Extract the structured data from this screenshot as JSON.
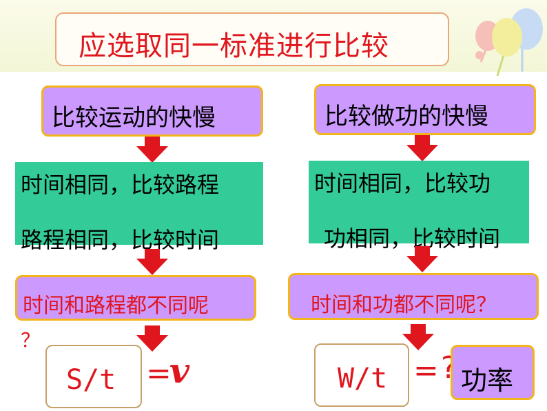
{
  "title": "应选取同一标准进行比较",
  "left": {
    "header": "比较运动的快慢",
    "line1": "时间相同，比较路程",
    "line2": "路程相同，比较时间",
    "question_a": "时间和路程都不同呢",
    "question_b": "？",
    "formula": "S/t",
    "equals": "=",
    "result": "v"
  },
  "right": {
    "header": "比较做功的快慢",
    "line1": "时间相同，比较功",
    "line2": "功相同，比较时间",
    "question": "时间和功都不同呢？",
    "formula": "W/t",
    "equals": "=",
    "unknown": "?",
    "result": "功率"
  },
  "colors": {
    "purple_box": "#cc99ff",
    "purple_border": "#f2b51c",
    "green_box": "#33cc99",
    "red_text": "#e0161e",
    "arrow": "#e0161e"
  }
}
